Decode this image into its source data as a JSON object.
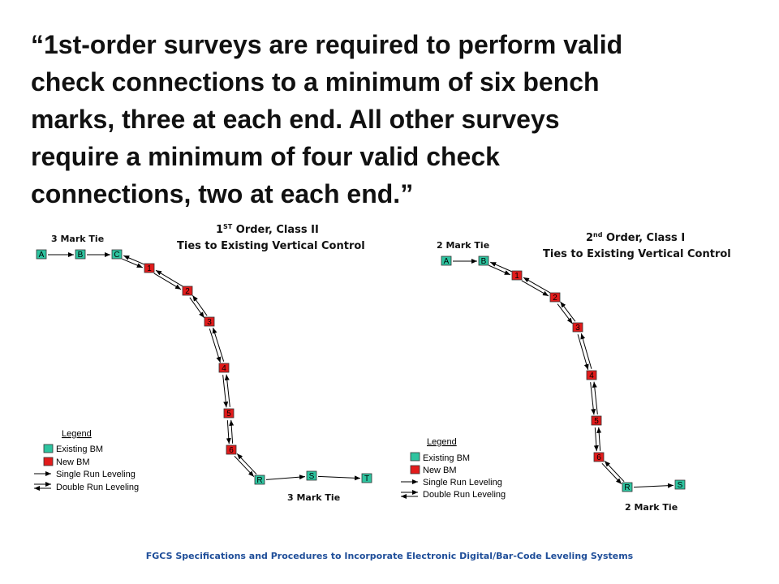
{
  "quote_lines": [
    "“1st-order surveys are required to perform valid",
    "check connections to a minimum of six bench",
    "marks, three at each end.  All other surveys",
    "require a minimum of four valid check",
    "connections, two at each end.”"
  ],
  "colors": {
    "existing_bm": "#2ec4a0",
    "new_bm": "#e21b1b",
    "footer": "#1f4e99"
  },
  "diagrams": [
    {
      "title_order_num": "1",
      "title_order_sup": "ST",
      "title_order_rest": " Order, Class II",
      "title_line2": "Ties to Existing Vertical Control",
      "tie_top": "3 Mark Tie",
      "tie_bottom": "3 Mark Tie",
      "marks": [
        "A",
        "B",
        "C",
        "1",
        "2",
        "3",
        "4",
        "5",
        "6",
        "R",
        "S",
        "T"
      ],
      "mark_types": [
        "existing",
        "existing",
        "existing",
        "new",
        "new",
        "new",
        "new",
        "new",
        "new",
        "existing",
        "existing",
        "existing"
      ],
      "legend": {
        "title": "Legend",
        "existing": "Existing BM",
        "new": "New BM",
        "single": "Single Run Leveling",
        "double": "Double Run Leveling"
      }
    },
    {
      "title_order_num": "2",
      "title_order_sup": "nd",
      "title_order_rest": " Order, Class I",
      "title_line2": "Ties to Existing Vertical Control",
      "tie_top": "2 Mark Tie",
      "tie_bottom": "2 Mark Tie",
      "marks": [
        "A",
        "B",
        "1",
        "2",
        "3",
        "4",
        "5",
        "6",
        "R",
        "S"
      ],
      "mark_types": [
        "existing",
        "existing",
        "new",
        "new",
        "new",
        "new",
        "new",
        "new",
        "existing",
        "existing"
      ],
      "legend": {
        "title": "Legend",
        "existing": "Existing BM",
        "new": "New BM",
        "single": "Single Run Leveling",
        "double": "Double Run Leveling"
      }
    }
  ],
  "footer": "FGCS Specifications and Procedures to Incorporate Electronic Digital/Bar-Code Leveling Systems"
}
